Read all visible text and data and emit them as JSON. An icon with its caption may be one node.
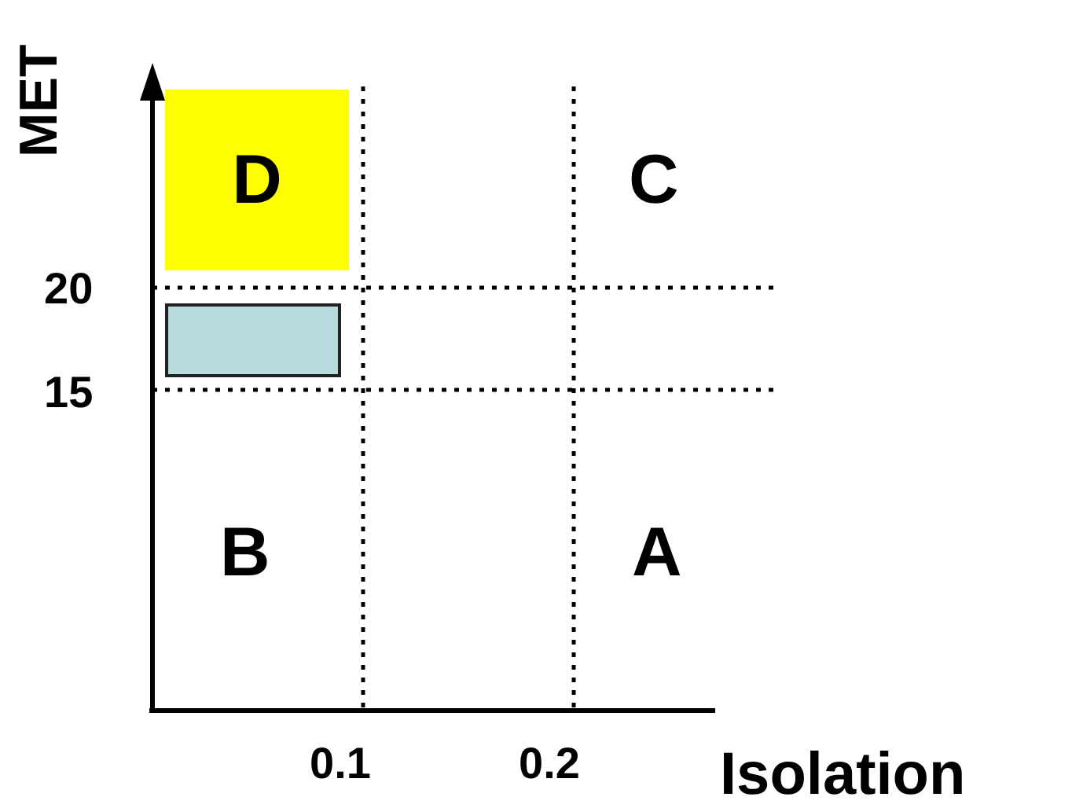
{
  "diagram": {
    "nodes": [
      {
        "text": [
          "D"
        ]
      },
      {
        "text": [],
        "shape": "box"
      }
    ],
    "labels": [
      "MET",
      "C",
      "20",
      "15",
      "B",
      "A",
      "0.1",
      "0.2",
      "Isolation"
    ]
  }
}
